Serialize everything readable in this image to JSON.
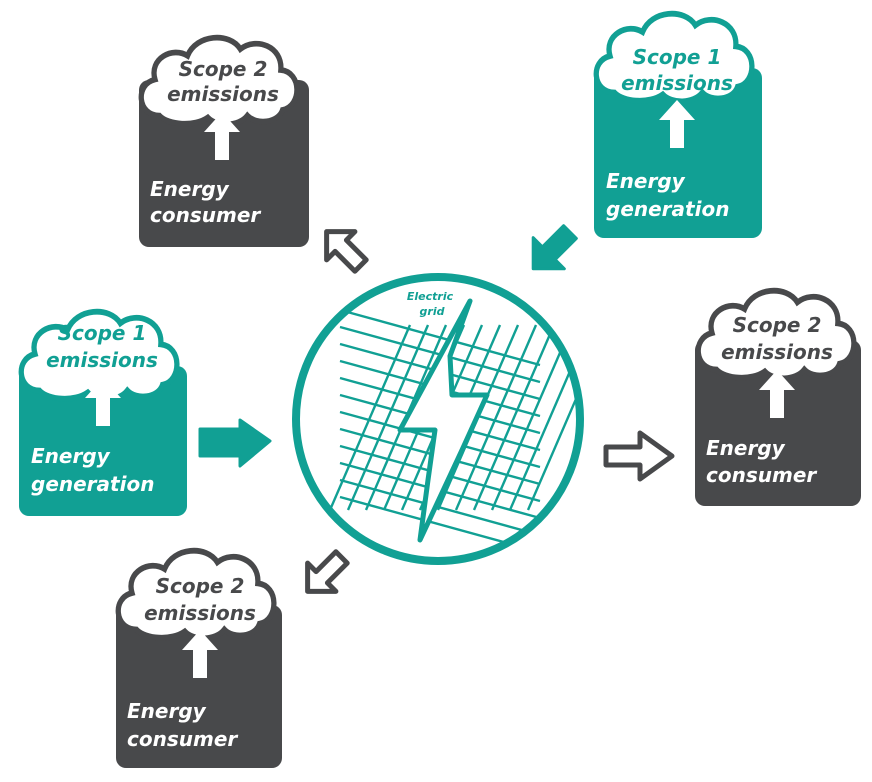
{
  "colors": {
    "teal": "#11a094",
    "dark": "#48494b",
    "white": "#ffffff"
  },
  "center": {
    "label_line1": "Electric",
    "label_line2": "grid"
  },
  "nodes": [
    {
      "id": "consumer-top-left",
      "type": "consumer",
      "cloud_line1": "Scope 2",
      "cloud_line2": "emissions",
      "box_line1": "Energy",
      "box_line2": "consumer",
      "flow": "outgoing"
    },
    {
      "id": "generation-top-right",
      "type": "generation",
      "cloud_line1": "Scope 1",
      "cloud_line2": "emissions",
      "box_line1": "Energy",
      "box_line2": "generation",
      "flow": "incoming"
    },
    {
      "id": "generation-left",
      "type": "generation",
      "cloud_line1": "Scope 1",
      "cloud_line2": "emissions",
      "box_line1": "Energy",
      "box_line2": "generation",
      "flow": "incoming"
    },
    {
      "id": "consumer-right",
      "type": "consumer",
      "cloud_line1": "Scope 2",
      "cloud_line2": "emissions",
      "box_line1": "Energy",
      "box_line2": "consumer",
      "flow": "outgoing"
    },
    {
      "id": "consumer-bottom-left",
      "type": "consumer",
      "cloud_line1": "Scope 2",
      "cloud_line2": "emissions",
      "box_line1": "Energy",
      "box_line2": "consumer",
      "flow": "outgoing"
    }
  ]
}
